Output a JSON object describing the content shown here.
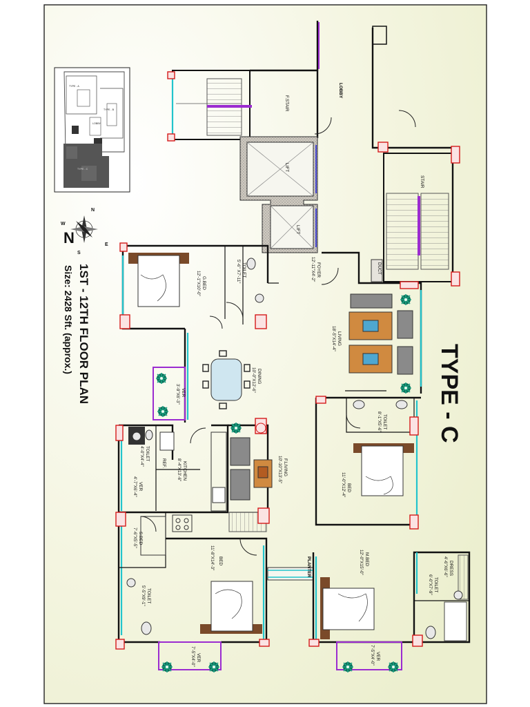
{
  "plan": {
    "type_title": "TYPE - C",
    "floor_title": "1ST - 12TH FLOOR PLAN",
    "size": "Size: 2428 Sft. (approx.)"
  },
  "compass": {
    "n": "N",
    "s": "S",
    "e": "E",
    "w": "W",
    "big_n": "N"
  },
  "colors": {
    "background": "#f4f5df",
    "wall": "#111111",
    "window": "#22c4cc",
    "column": "#d41a1a",
    "railing": "#9b2bd0"
  },
  "keyplan": {
    "labels": [
      "TYPE - A",
      "TYPE - B",
      "TYPE - C",
      "LOBBY"
    ]
  },
  "rooms": {
    "lobby": "LOBBY",
    "fstair": "F.STAIR",
    "lift1": "LIFT",
    "lift2": "LIFT",
    "stair": "STAIR",
    "duct": "DUCT",
    "foyer": {
      "name": "FOYER",
      "dim": "12'-11\"X4'-2\""
    },
    "gbed": {
      "name": "G.BED",
      "dim": "12'-1\"X10'-0\""
    },
    "toilet1": {
      "name": "TOILET",
      "dim": "5'-6\" X7'-11\""
    },
    "living": {
      "name": "LIVING",
      "dim": "18'-5\"X14'-4\""
    },
    "dining": {
      "name": "DINING",
      "dim": "10'-0\"X12'-6\""
    },
    "ver1": {
      "name": "VER",
      "dim": "3'-9\"X6'-3\""
    },
    "toilet2": {
      "name": "TOILET",
      "dim": "8'-1\"X5'-6\""
    },
    "bed1": {
      "name": "BED",
      "dim": "11'-0\"X12'-4\""
    },
    "toilet3": {
      "name": "TOILET",
      "dim": "4'-0\"X4'-4\""
    },
    "kitchen": {
      "name": "KITCHEN",
      "dim": "8'-4\"X13'-6\""
    },
    "ref": "REF.",
    "fliving": {
      "name": "F.LIVING",
      "dim": "10'-10\"X13'-5\""
    },
    "ver2": {
      "name": "VER",
      "dim": "4'-7\"X6'-4\""
    },
    "sbed": {
      "name": "S.BED",
      "dim": "7'-6\"X5'-5\""
    },
    "bed2": {
      "name": "BED",
      "dim": "11'-8\"X14'-3\""
    },
    "planter": "PLANTER",
    "mbed": {
      "name": "M.BED",
      "dim": "12'-0\"X15'-0\""
    },
    "dress": {
      "name": "DRESS",
      "dim": "4'-6\"X6'-6\""
    },
    "toilet4": {
      "name": "TOILET",
      "dim": "5'-5\"X9'-1\""
    },
    "toilet5": {
      "name": "TOILET",
      "dim": "6'-0\"X7'-9\""
    },
    "ver3": {
      "name": "VER",
      "dim": "7'-5\"X4'-0\""
    },
    "ver4": {
      "name": "VER",
      "dim": "7'-5\"X4'-0\""
    }
  }
}
